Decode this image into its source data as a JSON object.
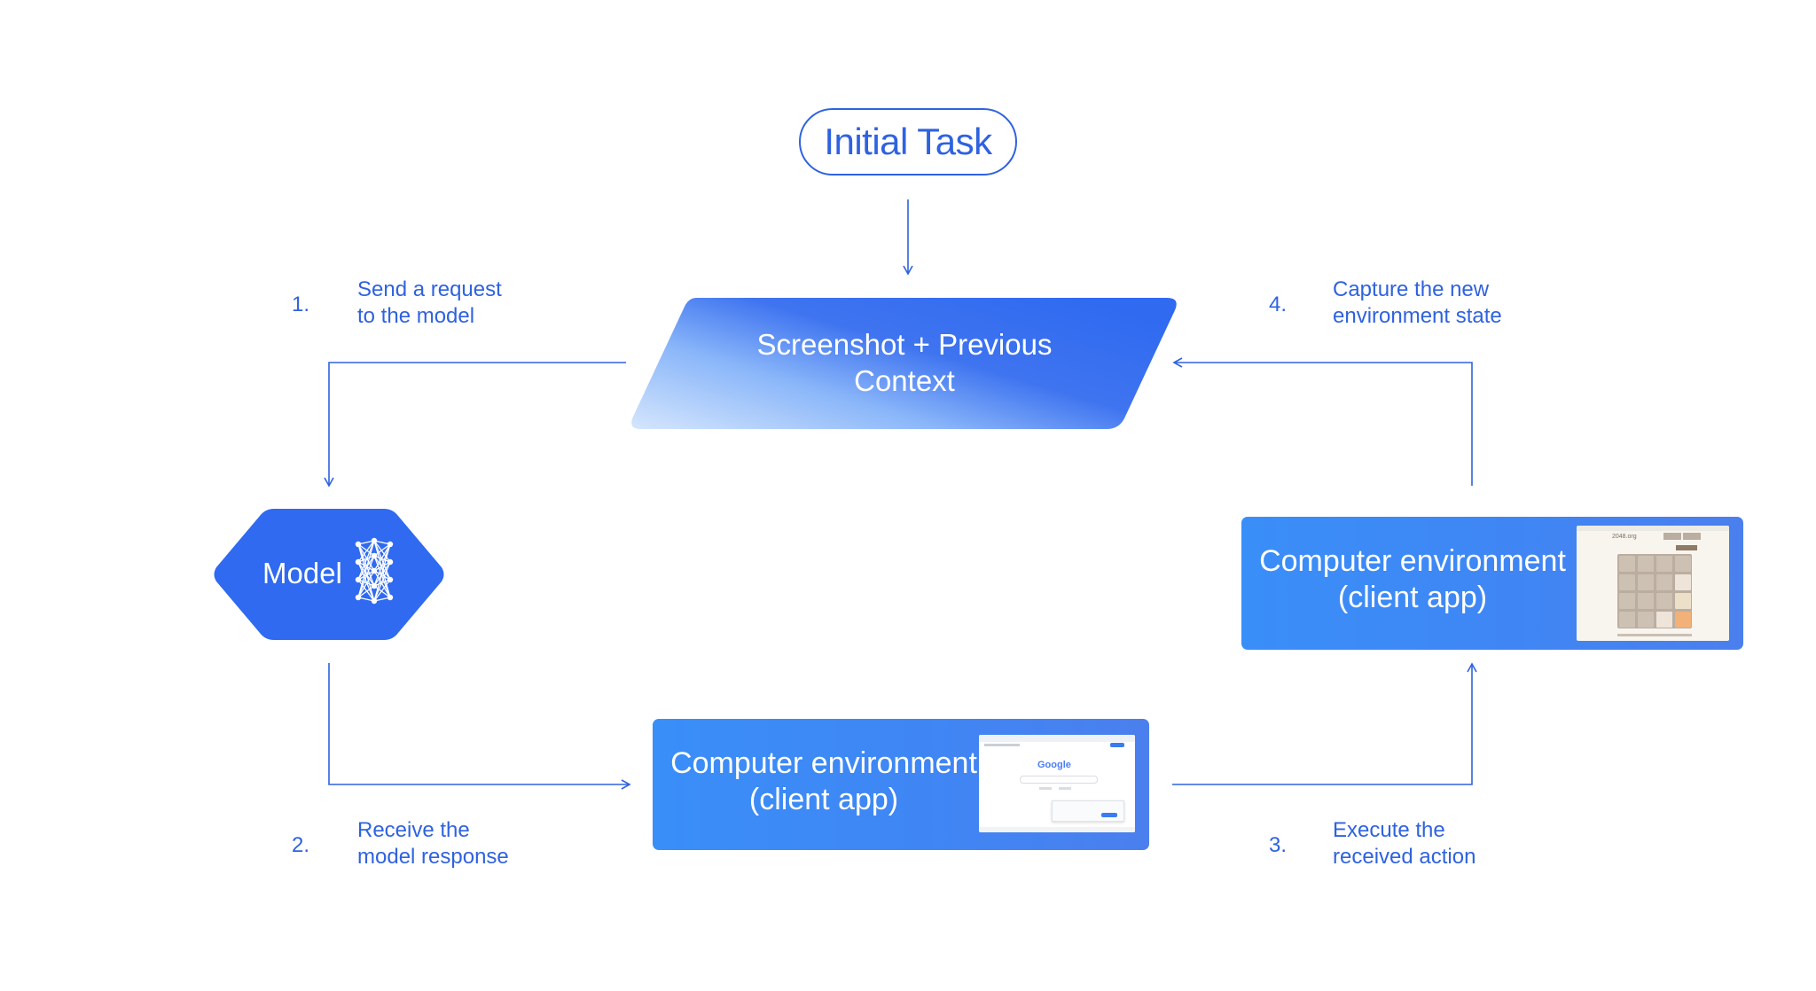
{
  "diagram": {
    "start": {
      "label": "Initial Task"
    },
    "context_node": {
      "label": "Screenshot + Previous\nContext"
    },
    "model_node": {
      "label": "Model",
      "icon": "neural-network-icon"
    },
    "env_bottom": {
      "label": "Computer environment\n(client app)",
      "thumbnail": "google-search-screenshot"
    },
    "env_right": {
      "label": "Computer environment\n(client app)",
      "thumbnail": "2048-game-screenshot"
    },
    "steps": [
      {
        "number": "1.",
        "text": "Send a request\nto the model"
      },
      {
        "number": "2.",
        "text": "Receive the\nmodel response"
      },
      {
        "number": "3.",
        "text": "Execute the\nreceived action"
      },
      {
        "number": "4.",
        "text": "Capture the new\nenvironment state"
      }
    ],
    "thumbnail_text": {
      "google_logo": "Google",
      "game_title": "2048.org"
    },
    "colors": {
      "primary": "#2f62e0",
      "node_blue": "#2f6af0",
      "env_blue": "#3f86f4",
      "background": "#ffffff"
    }
  }
}
